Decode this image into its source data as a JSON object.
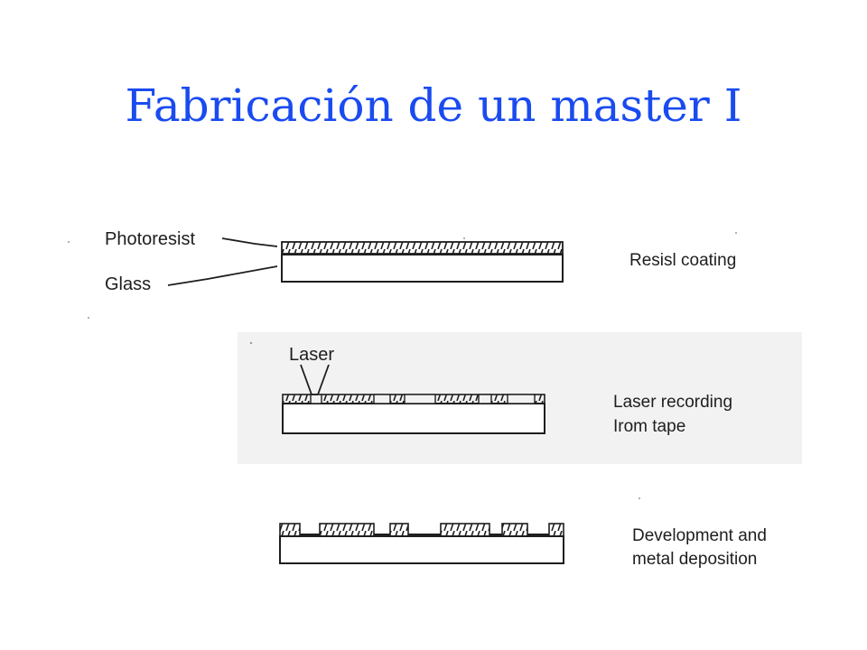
{
  "slide": {
    "title": "Fabricación de un master I"
  },
  "diagram": {
    "stage1": {
      "label_photoresist": "Photoresist",
      "label_glass": "Glass",
      "caption": "Resisl coating"
    },
    "stage2": {
      "label_laser": "Laser",
      "caption_line1": "Laser recording",
      "caption_line2": "Irom tape"
    },
    "stage3": {
      "caption_line1": "Development and",
      "caption_line2": "metal  deposition"
    }
  },
  "colors": {
    "title": "#1a4bf0",
    "ink": "#1e1e1e",
    "panel_bg": "#f2f2f2"
  }
}
